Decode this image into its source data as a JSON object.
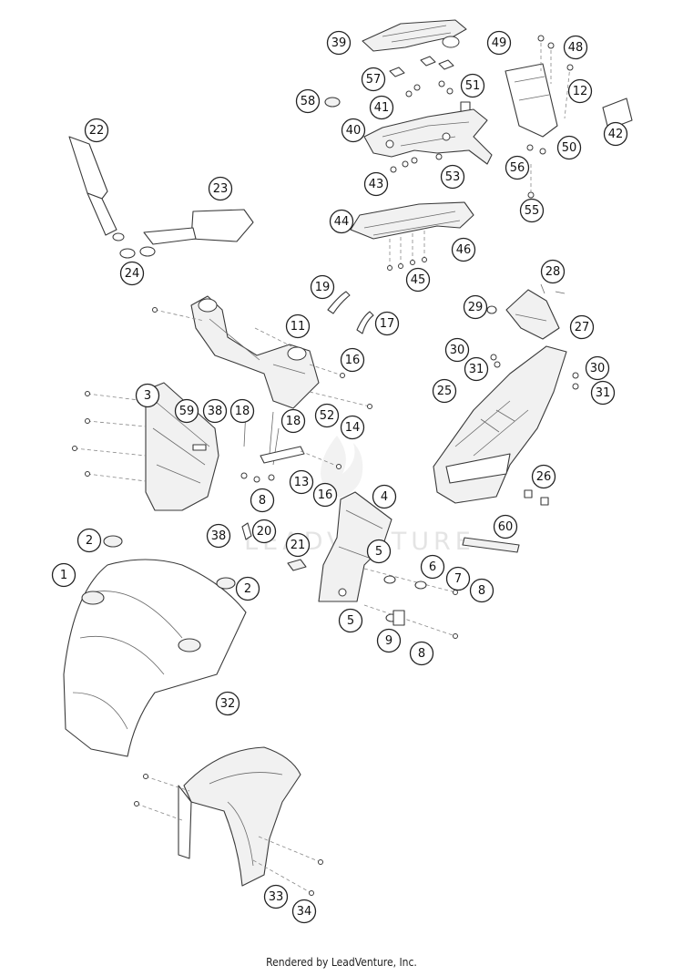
{
  "watermark": "LEADVENTURE",
  "footer": "Rendered by LeadVenture, Inc.",
  "callouts": [
    {
      "id": "c1",
      "label": "1"
    },
    {
      "id": "c2a",
      "label": "2"
    },
    {
      "id": "c2b",
      "label": "2"
    },
    {
      "id": "c3",
      "label": "3"
    },
    {
      "id": "c4",
      "label": "4"
    },
    {
      "id": "c5a",
      "label": "5"
    },
    {
      "id": "c5b",
      "label": "5"
    },
    {
      "id": "c6",
      "label": "6"
    },
    {
      "id": "c7",
      "label": "7"
    },
    {
      "id": "c8a",
      "label": "8"
    },
    {
      "id": "c8b",
      "label": "8"
    },
    {
      "id": "c8c",
      "label": "8"
    },
    {
      "id": "c9",
      "label": "9"
    },
    {
      "id": "c11",
      "label": "11"
    },
    {
      "id": "c12",
      "label": "12"
    },
    {
      "id": "c13",
      "label": "13"
    },
    {
      "id": "c14",
      "label": "14"
    },
    {
      "id": "c16a",
      "label": "16"
    },
    {
      "id": "c16b",
      "label": "16"
    },
    {
      "id": "c17",
      "label": "17"
    },
    {
      "id": "c18a",
      "label": "18"
    },
    {
      "id": "c18b",
      "label": "18"
    },
    {
      "id": "c19",
      "label": "19"
    },
    {
      "id": "c20",
      "label": "20"
    },
    {
      "id": "c21",
      "label": "21"
    },
    {
      "id": "c22",
      "label": "22"
    },
    {
      "id": "c23",
      "label": "23"
    },
    {
      "id": "c24",
      "label": "24"
    },
    {
      "id": "c25",
      "label": "25"
    },
    {
      "id": "c26",
      "label": "26"
    },
    {
      "id": "c27",
      "label": "27"
    },
    {
      "id": "c28",
      "label": "28"
    },
    {
      "id": "c29",
      "label": "29"
    },
    {
      "id": "c30a",
      "label": "30"
    },
    {
      "id": "c30b",
      "label": "30"
    },
    {
      "id": "c31a",
      "label": "31"
    },
    {
      "id": "c31b",
      "label": "31"
    },
    {
      "id": "c32",
      "label": "32"
    },
    {
      "id": "c33",
      "label": "33"
    },
    {
      "id": "c34",
      "label": "34"
    },
    {
      "id": "c38a",
      "label": "38"
    },
    {
      "id": "c38b",
      "label": "38"
    },
    {
      "id": "c39",
      "label": "39"
    },
    {
      "id": "c40",
      "label": "40"
    },
    {
      "id": "c41",
      "label": "41"
    },
    {
      "id": "c42",
      "label": "42"
    },
    {
      "id": "c43",
      "label": "43"
    },
    {
      "id": "c44",
      "label": "44"
    },
    {
      "id": "c45",
      "label": "45"
    },
    {
      "id": "c46",
      "label": "46"
    },
    {
      "id": "c48",
      "label": "48"
    },
    {
      "id": "c49",
      "label": "49"
    },
    {
      "id": "c50",
      "label": "50"
    },
    {
      "id": "c51",
      "label": "51"
    },
    {
      "id": "c52",
      "label": "52"
    },
    {
      "id": "c53",
      "label": "53"
    },
    {
      "id": "c55",
      "label": "55"
    },
    {
      "id": "c56",
      "label": "56"
    },
    {
      "id": "c57",
      "label": "57"
    },
    {
      "id": "c58",
      "label": "58"
    },
    {
      "id": "c59",
      "label": "59"
    },
    {
      "id": "c60",
      "label": "60"
    }
  ]
}
